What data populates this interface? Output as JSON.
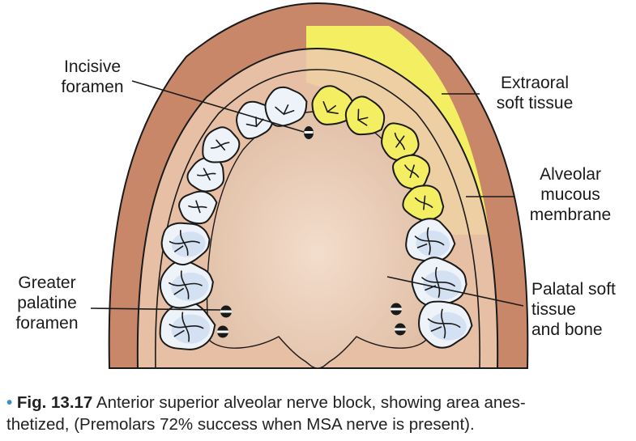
{
  "labels": {
    "incisive_foramen": [
      "Incisive",
      "foramen"
    ],
    "extraoral_soft_tissue": [
      "Extraoral",
      "soft tissue"
    ],
    "alveolar_mucous_membrane": [
      "Alveolar",
      "mucous",
      "membrane"
    ],
    "greater_palatine_foramen": [
      "Greater",
      "palatine",
      "foramen"
    ],
    "palatal_soft_tissue": [
      "Palatal soft",
      "tissue",
      "and bone"
    ]
  },
  "caption": {
    "bullet": "•",
    "figure_number": "Fig. 13.17",
    "text_line1": "Anterior superior alveolar nerve block, showing area anes-",
    "text_line2": "thetized, (Premolars 72% success when MSA nerve is present)."
  },
  "colors": {
    "outer_soft_tissue": "#c9876a",
    "mucosa": "#ecc9ae",
    "palate": "#e3c4ae",
    "anesthetized_area": "#f4ee63",
    "tooth": "#eef3fa",
    "tooth_shade": "#c9d8ee",
    "outline": "#1a1a1a",
    "caption_bullet": "#3a8fc6"
  }
}
